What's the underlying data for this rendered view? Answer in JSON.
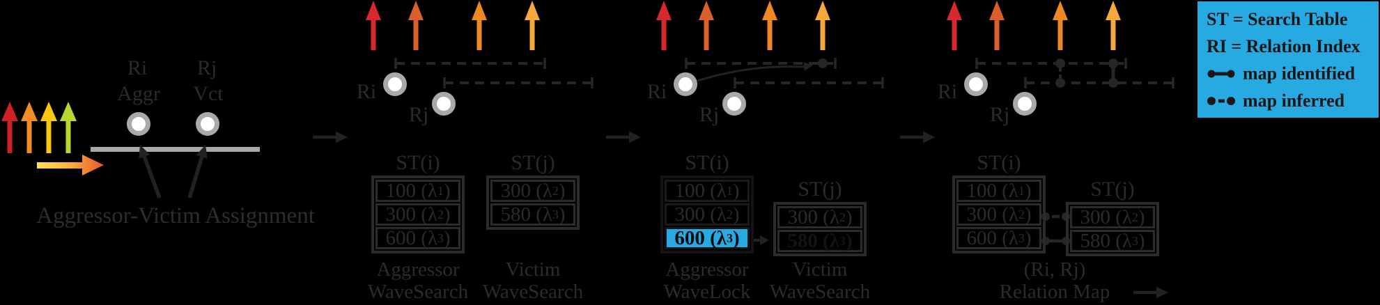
{
  "figure": {
    "title_semantic": "Aggressor-Victim wavelength search and relation mapping diagram"
  },
  "panel1": {
    "ri_label": "Ri",
    "aggr_label": "Aggr",
    "rj_label": "Rj",
    "vct_label": "Vct",
    "caption": "Aggressor-Victim Assignment"
  },
  "panel2": {
    "ri_label": "Ri",
    "rj_label": "Rj",
    "sti": {
      "header": "ST(i)",
      "rows": [
        {
          "label": "100 (λ1)",
          "style": "normal"
        },
        {
          "label": "300 (λ2)",
          "style": "normal"
        },
        {
          "label": "600 (λ3)",
          "style": "normal"
        }
      ]
    },
    "stj": {
      "header": "ST(j)",
      "rows": [
        {
          "label": "300 (λ2)",
          "style": "normal"
        },
        {
          "label": "580 (λ3)",
          "style": "normal"
        }
      ]
    },
    "sti_caption": [
      "Aggressor",
      "WaveSearch"
    ],
    "stj_caption": [
      "Victim",
      "WaveSearch"
    ]
  },
  "panel3": {
    "ri_label": "Ri",
    "rj_label": "Rj",
    "sti": {
      "header": "ST(i)",
      "rows": [
        {
          "label": "100 (λ1)",
          "style": "normal"
        },
        {
          "label": "300 (λ2)",
          "style": "normal"
        },
        {
          "label": "600 (λ3)",
          "style": "locked"
        }
      ]
    },
    "stj": {
      "header": "ST(j)",
      "rows": [
        {
          "label": "300 (λ2)",
          "style": "normal"
        },
        {
          "label": "580 (λ3)",
          "style": "bold"
        }
      ]
    },
    "sti_caption": [
      "Aggressor",
      "WaveLock"
    ],
    "stj_caption": [
      "Victim",
      "WaveSearch"
    ]
  },
  "panel4": {
    "ri_label": "Ri",
    "rj_label": "Rj",
    "sti": {
      "header": "ST(i)",
      "rows": [
        {
          "label": "100 (λ1)",
          "style": "normal"
        },
        {
          "label": "300 (λ2)",
          "style": "normal"
        },
        {
          "label": "600 (λ3)",
          "style": "normal"
        }
      ]
    },
    "stj": {
      "header": "ST(j)",
      "rows": [
        {
          "label": "300 (λ2)",
          "style": "normal"
        },
        {
          "label": "580 (λ3)",
          "style": "normal"
        }
      ]
    },
    "caption": [
      "(Ri, Rj)",
      "Relation Map"
    ]
  },
  "legend": {
    "st_definition": "ST = Search Table",
    "ri_definition": "RI = Relation Index",
    "identified_label": "map identified",
    "inferred_label": "map inferred"
  },
  "colors": {
    "highlight_cyan": "#27AAE1",
    "node_gray": "#A7A9AC",
    "ink": "#282526",
    "emphasis_black": "#161314",
    "spectrum_arrows_panel1": [
      "#CF2027",
      "#EF8C26",
      "#FDC70F",
      "#BCD631"
    ],
    "spectrum_arrows_panels": [
      "#D7282F",
      "#DB5F2B",
      "#EF8723",
      "#F6A83B"
    ],
    "sweep_gradient": [
      "#FFE152",
      "#FBB03B",
      "#E9542D"
    ]
  }
}
